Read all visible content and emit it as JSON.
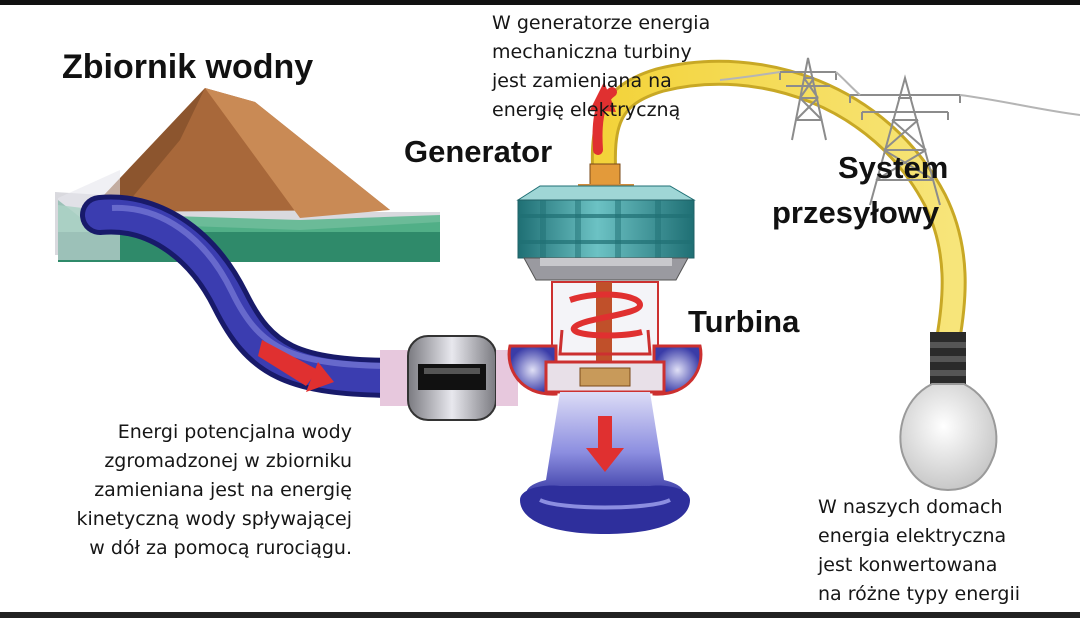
{
  "labels": {
    "reservoir": "Zbiornik wodny",
    "generator": "Generator",
    "transmission_line1": "System",
    "transmission_line2": "przesyłowy",
    "turbine": "Turbina"
  },
  "notes": {
    "generator": [
      "W generatorze energia",
      "mechaniczna turbiny",
      "jest zamieniana na",
      "energię elektryczną"
    ],
    "water": [
      "Energi potencjalna wody",
      "zgromadzonej w zbiorniku",
      "zamieniana jest na energię",
      "kinetyczną wody spływającej",
      "w dół za pomocą rurociągu."
    ],
    "home": [
      "W naszych domach",
      "energia elektryczna",
      "jest konwertowana",
      "na różne typy energii"
    ]
  },
  "icons": {
    "reservoir": "dam-icon",
    "pipe": "penstock-pipe-icon",
    "generator": "generator-icon",
    "turbine": "turbine-icon",
    "pylon": "power-pylon-icon",
    "bulb": "light-bulb-icon"
  },
  "colors": {
    "water": "#2e2f9c",
    "dam": "#a8683a",
    "generator": "#2f8f94",
    "cable": "#f0d840",
    "arrow": "#e03030"
  }
}
